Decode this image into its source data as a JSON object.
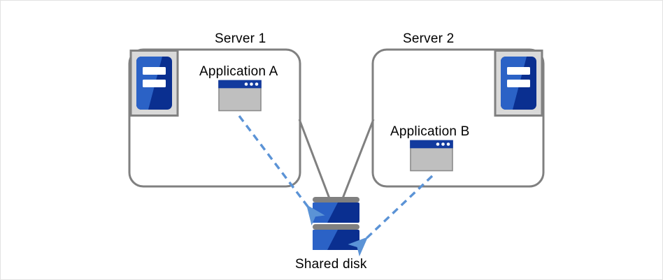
{
  "diagram": {
    "kind": "cluster-shared-disk-diagram",
    "colors": {
      "background": "#ffffff",
      "canvas_border": "#e2e2e2",
      "box_stroke": "#808080",
      "connector_line": "#808080",
      "icon_frame_fill": "#d9d9d9",
      "icon_frame_stroke": "#808080",
      "blue_light": "#2b62c6",
      "blue_dark": "#0a2f90",
      "titlebar": "#123a9e",
      "window_body": "#bfbfbf",
      "window_stroke": "#8c8c8c",
      "disk_bar": "#808080",
      "arrow": "#5b93d6",
      "text": "#000000",
      "white": "#ffffff"
    },
    "servers": [
      {
        "id": "server-1",
        "title": "Server 1",
        "icon_name": "server-icon",
        "icon_side": "left",
        "application": {
          "label": "Application A",
          "window_icon_name": "application-window-icon",
          "window_dots": 3
        }
      },
      {
        "id": "server-2",
        "title": "Server 2",
        "icon_name": "server-icon",
        "icon_side": "right",
        "application": {
          "label": "Application B",
          "window_icon_name": "application-window-icon",
          "window_dots": 3
        }
      }
    ],
    "storage": {
      "id": "shared-disk",
      "label": "Shared disk",
      "icon_name": "shared-disk-icon",
      "platters": 2
    },
    "connections": [
      {
        "id": "server1-to-disk-link",
        "from": "server-1",
        "to": "shared-disk",
        "style": "solid",
        "arrow": false
      },
      {
        "id": "server2-to-disk-link",
        "from": "server-2",
        "to": "shared-disk",
        "style": "solid",
        "arrow": false
      },
      {
        "id": "appA-to-disk-access",
        "from": "Application A",
        "to": "Shared disk",
        "style": "dashed",
        "arrow": true
      },
      {
        "id": "appB-to-disk-access",
        "from": "Application B",
        "to": "Shared disk",
        "style": "dashed",
        "arrow": true
      }
    ]
  }
}
